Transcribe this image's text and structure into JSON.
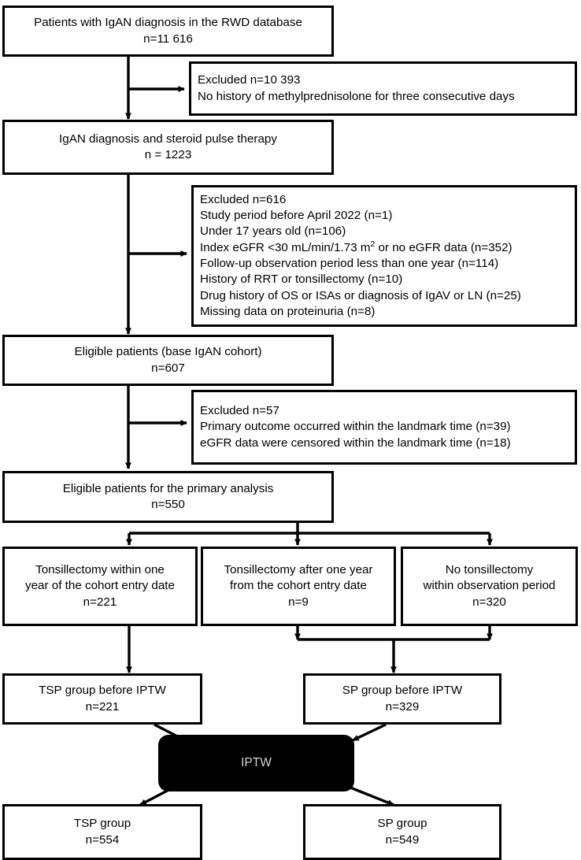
{
  "figure": {
    "type": "flow-diagram",
    "title": "Patient selection flow diagram (IgAN cohort)",
    "accent_black": "#000000",
    "background": "#ffffff",
    "iptw_text_color": "#d4d4d4"
  },
  "nodes": {
    "source_cohort": {
      "lines": [
        "Patients with IgAN diagnosis in the RWD database",
        "n=11 616"
      ]
    },
    "excluded_1": {
      "lines": [
        "Excluded n=10 393",
        "No history of methylprednisolone for three consecutive days"
      ]
    },
    "steroid_pulse": {
      "lines": [
        "IgAN diagnosis and steroid pulse therapy",
        "n = 1223"
      ]
    },
    "excluded_2": {
      "lines": [
        "Excluded n=616",
        "Study period before April 2022 (n=1)",
        "Under 17 years old (n=106)",
        "Index eGFR <30 mL/min/1.73 m2 or no eGFR data (n=352)",
        "Follow-up observation period less than one year (n=114)",
        "History of RRT or tonsillectomy (n=10)",
        "Drug history of OS or ISAs or diagnosis of IgAV or LN (n=25)",
        "Missing data on proteinuria (n=8)"
      ],
      "line_4_pre": "Index eGFR <30 mL/min/1.73 m",
      "line_4_sup": "2",
      "line_4_post": " or no eGFR data (n=352)"
    },
    "eligible_base": {
      "lines": [
        "Eligible patients (base IgAN cohort)",
        "n=607"
      ]
    },
    "excluded_3": {
      "lines": [
        "Excluded n=57",
        "Primary outcome occurred within the landmark time (n=39)",
        "eGFR data were censored within the landmark time (n=18)"
      ]
    },
    "eligible_primary": {
      "lines": [
        "Eligible patients for the primary analysis",
        "n=550"
      ]
    },
    "tons_within_one_year": {
      "lines": [
        "Tonsillectomy within one",
        "year of the cohort entry date",
        "n=221"
      ]
    },
    "tons_after_one_year": {
      "lines": [
        "Tonsillectomy after one year",
        "from the cohort entry date",
        "n=9"
      ]
    },
    "no_tonsillectomy": {
      "lines": [
        "No tonsillectomy",
        "within observation period",
        "n=320"
      ]
    },
    "tsp_before_iptw": {
      "lines": [
        "TSP group before IPTW",
        "n=221"
      ]
    },
    "sp_before_iptw": {
      "lines": [
        "SP group before IPTW",
        "n=329"
      ]
    },
    "iptw": {
      "lines": [
        "IPTW"
      ]
    },
    "tsp_group": {
      "lines": [
        "TSP group",
        "n=554"
      ]
    },
    "sp_group": {
      "lines": [
        "SP group",
        "n=549"
      ]
    }
  }
}
